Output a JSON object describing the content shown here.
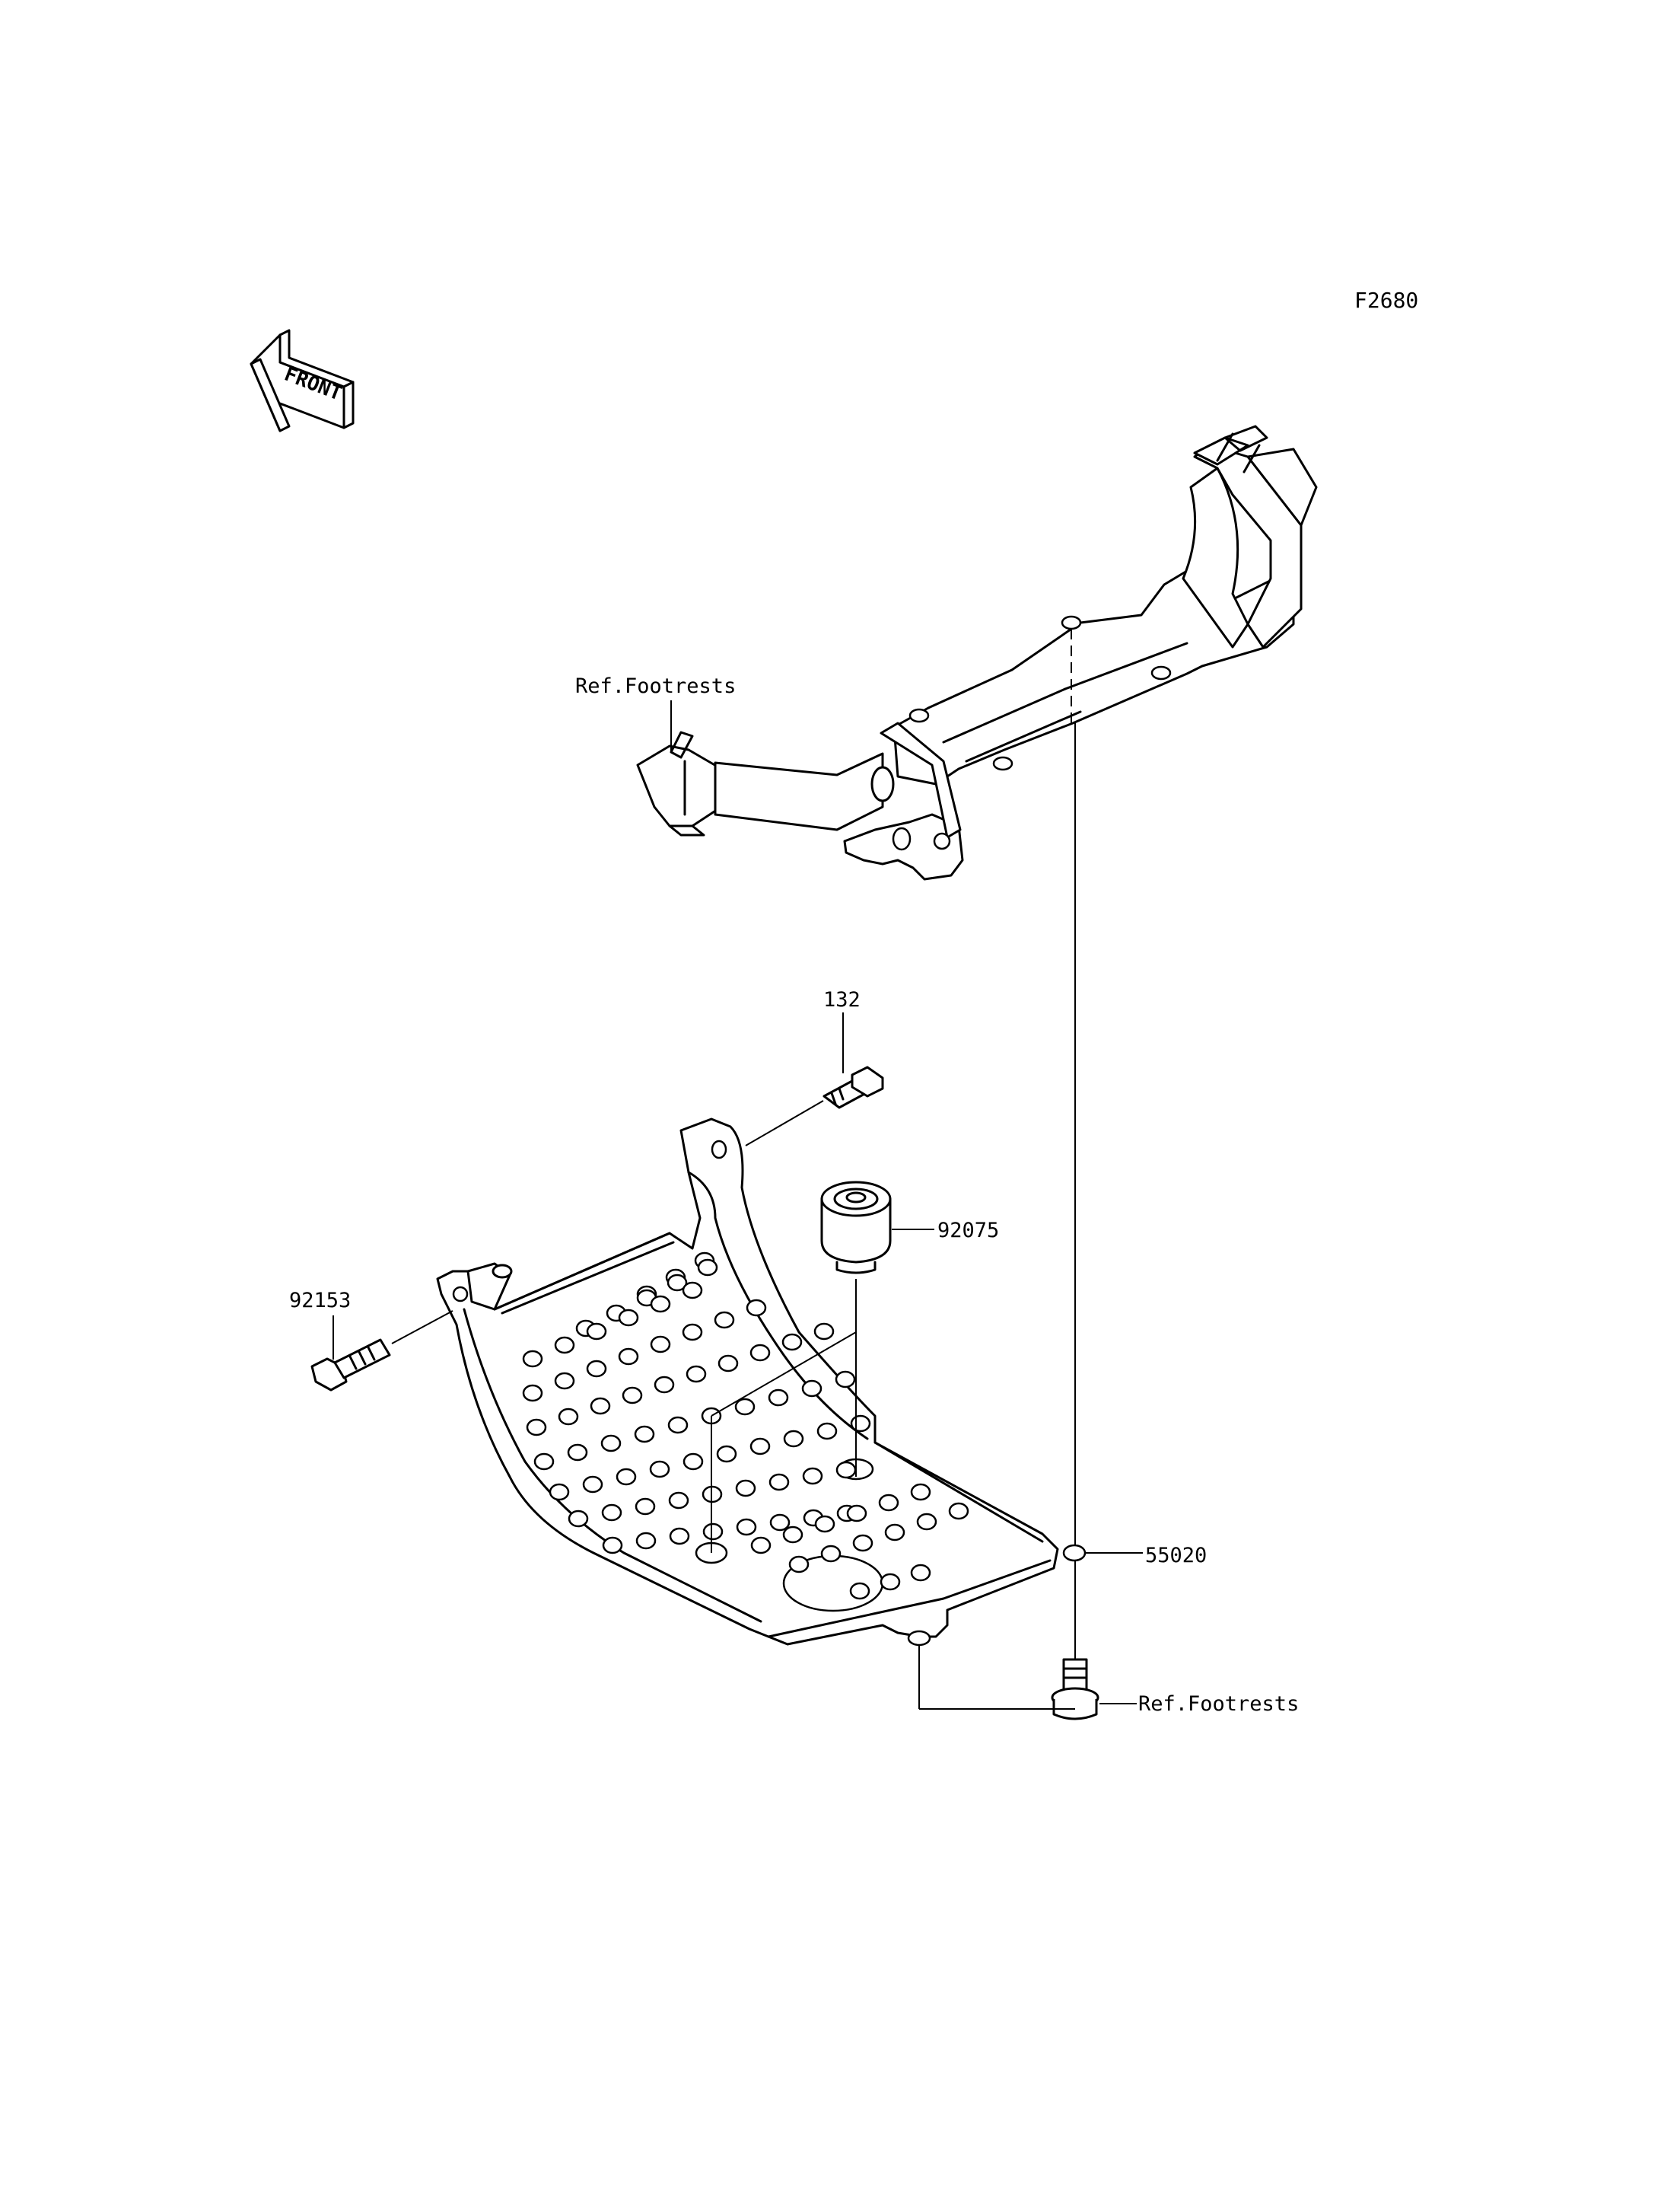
{
  "figure_id": "F2680",
  "front_label": "FRONT",
  "callouts": {
    "ref_footrests_top": "Ref.Footrests",
    "part_132": "132",
    "part_92075": "92075",
    "part_92153": "92153",
    "part_55020": "55020",
    "ref_footrests_bottom": "Ref.Footrests"
  }
}
